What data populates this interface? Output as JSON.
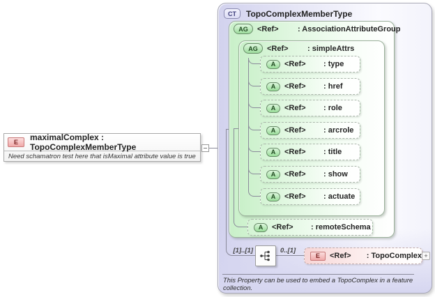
{
  "element": {
    "badge": "E",
    "title": "maximalComplex : TopoComplexMemberType",
    "annotation": "Need schamatron test here that isMaximal attribute value is true"
  },
  "ct": {
    "badge": "CT",
    "title": "TopoComplexMemberType",
    "association_attribute_group": {
      "badge": "AG",
      "ref": "<Ref>",
      "name": ": AssociationAttributeGroup"
    },
    "simple_attrs": {
      "badge": "AG",
      "ref": "<Ref>",
      "name": ": simpleAttrs",
      "attributes": [
        {
          "badge": "A",
          "ref": "<Ref>",
          "name": ": type"
        },
        {
          "badge": "A",
          "ref": "<Ref>",
          "name": ": href"
        },
        {
          "badge": "A",
          "ref": "<Ref>",
          "name": ": role"
        },
        {
          "badge": "A",
          "ref": "<Ref>",
          "name": ": arcrole"
        },
        {
          "badge": "A",
          "ref": "<Ref>",
          "name": ": title"
        },
        {
          "badge": "A",
          "ref": "<Ref>",
          "name": ": show"
        },
        {
          "badge": "A",
          "ref": "<Ref>",
          "name": ": actuate"
        }
      ]
    },
    "remote_schema": {
      "badge": "A",
      "ref": "<Ref>",
      "name": ": remoteSchema"
    },
    "sequence": {
      "cardinality_left": "[1]..[1]",
      "cardinality_right": "0..[1]"
    },
    "child_element": {
      "badge": "E",
      "ref": "<Ref>",
      "name": ": TopoComplex",
      "expand_label": "+"
    },
    "footnote": "This Property can be used to embed a TopoComplex in a feature collection."
  },
  "colors": {
    "lavender": "#d6d6f0",
    "green": "#c9f0c9",
    "pink": "#f6c9c9",
    "line": "#8a8a9a"
  }
}
